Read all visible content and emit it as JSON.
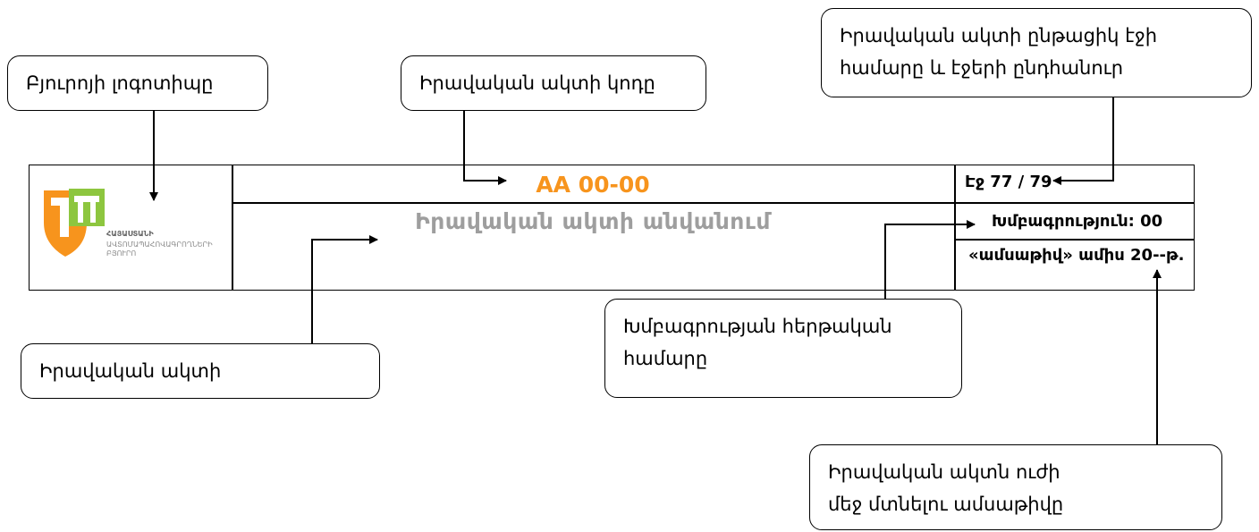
{
  "callouts": {
    "logo": "Բյուրոյի լոգոտիպը",
    "code": "Իրավական ակտի կոդը",
    "page": "Իրավական ակտի ընթացիկ էջի համարը և էջերի ընդհանուր",
    "name": "Իրավական ակտի",
    "edition": "Խմբագրության հերթական համարը",
    "date": "Իրավական ակտն ուժի մեջ մտնելու ամսաթիվը"
  },
  "header": {
    "code": "AA 00-00",
    "name": "Իրավական ակտի անվանում",
    "page": "Էջ 77 / 79",
    "edition": "Խմբագրություն: 00",
    "date": "«ամսաթիվ» ամիս 20--թ."
  },
  "logo": {
    "line1": "ՀԱՅԱՍՏԱՆԻ",
    "line2": "ԱՎՏՈՄԱՊԱՀՈՎԱԳՐՈՂՆԵՐԻ",
    "line3": "ԲՅՈՒՐՈ"
  },
  "colors": {
    "code": "#f7941d",
    "name": "#9e9e9e",
    "logo_orange": "#f7941d",
    "logo_green": "#8dc63f"
  }
}
